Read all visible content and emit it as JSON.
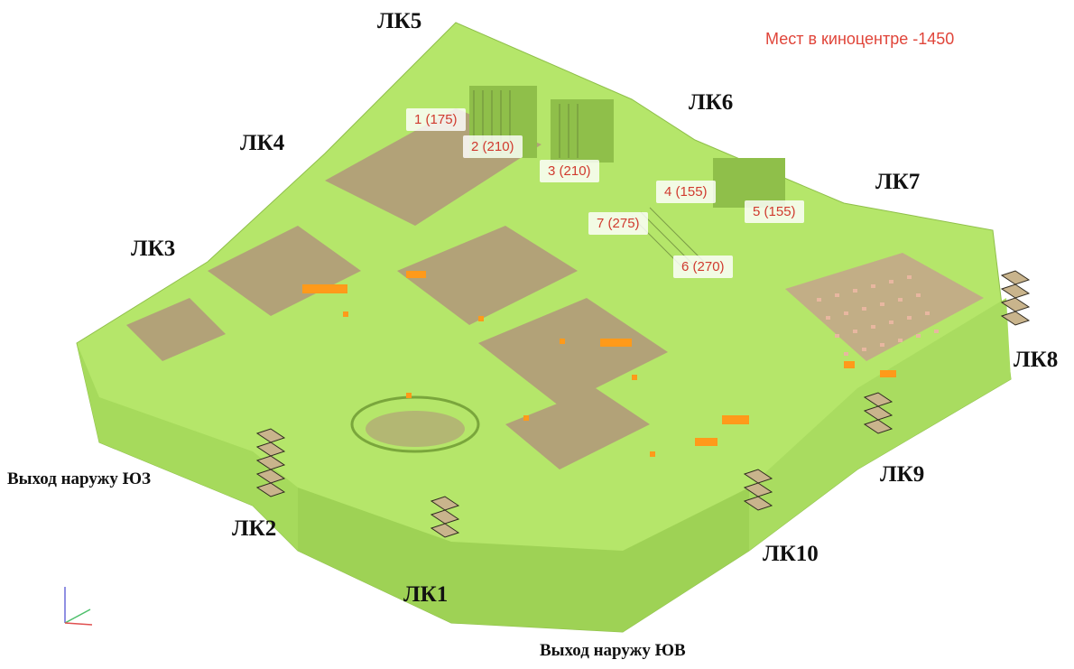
{
  "total_label": "Мест в киноцентре -1450",
  "stairs": {
    "lk1": "ЛК1",
    "lk2": "ЛК2",
    "lk3": "ЛК3",
    "lk4": "ЛК4",
    "lk5": "ЛК5",
    "lk6": "ЛК6",
    "lk7": "ЛК7",
    "lk8": "ЛК8",
    "lk9": "ЛК9",
    "lk10": "ЛК10"
  },
  "exits": {
    "southwest": "Выход наружу ЮЗ",
    "southeast": "Выход наружу ЮВ"
  },
  "halls": [
    {
      "label": "1 (175)"
    },
    {
      "label": "2 (210)"
    },
    {
      "label": "3 (210)"
    },
    {
      "label": "4 (155)"
    },
    {
      "label": "5 (155)"
    },
    {
      "label": "6 (270)"
    },
    {
      "label": "7 (275)"
    }
  ],
  "colors": {
    "wall": "#b5e66a",
    "wall_dark": "#99cc4f",
    "floor": "#b2a278",
    "furniture": "#ff9a1a",
    "label_text": "#d03a2e"
  }
}
